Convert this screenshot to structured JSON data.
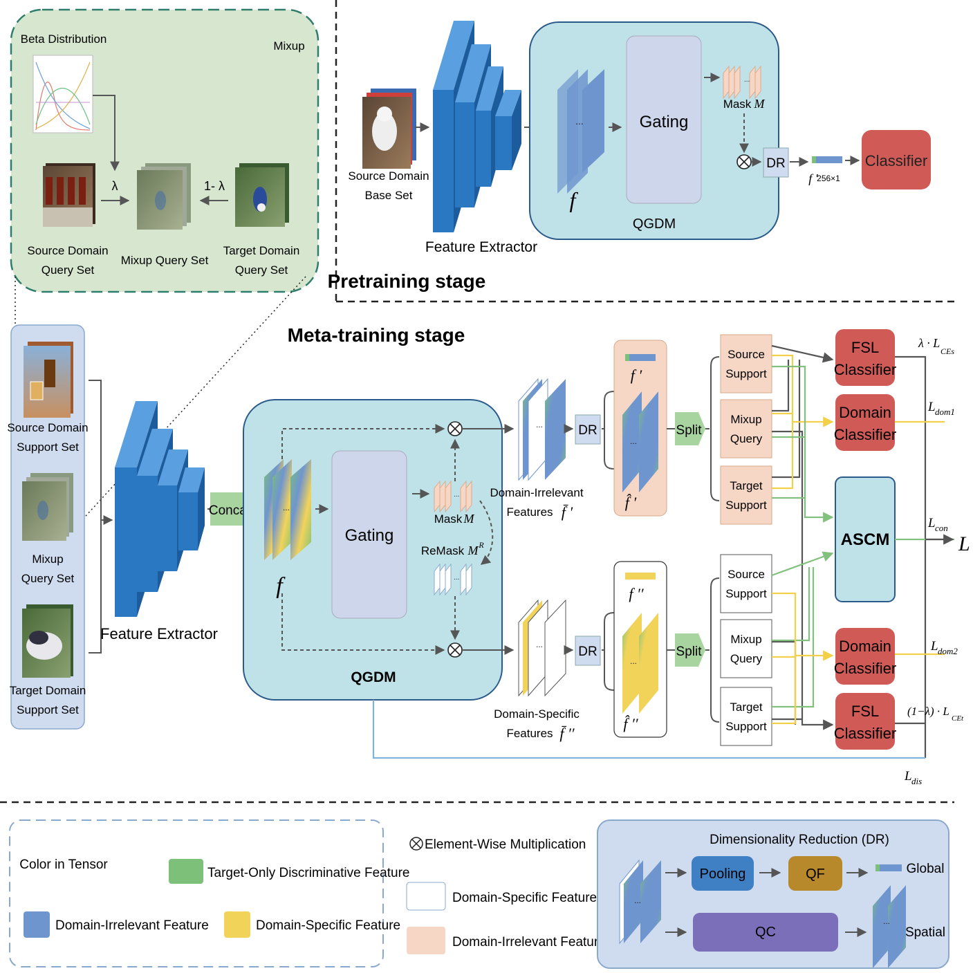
{
  "mixup": {
    "corner_label": "Mixup",
    "beta_label": "Beta Distribution",
    "lambda": "λ",
    "one_minus_lambda": "1- λ",
    "source_query": [
      "Source Domain",
      "Query Set"
    ],
    "mixup_query": "Mixup Query Set",
    "target_query": [
      "Target Domain",
      "Query Set"
    ]
  },
  "pretrain": {
    "source_base": [
      "Source Domain",
      "Base Set"
    ],
    "feature_extractor": "Feature Extractor",
    "f": "f",
    "gating": "Gating",
    "mask": "Mask",
    "mask_sym": "M",
    "qgdm": "QGDM",
    "dr": "DR",
    "fprime": "f ′",
    "fprime_dim": "256×1",
    "classifier": "Classifier",
    "stage_title": "Pretraining stage"
  },
  "meta": {
    "stage_title": "Meta-training stage",
    "inputs": [
      [
        "Source Domain",
        "Support Set"
      ],
      [
        "Mixup",
        "Query Set"
      ],
      [
        "Target Domain",
        "Support Set"
      ]
    ],
    "feature_extractor": "Feature Extractor",
    "concat": "Concat",
    "f": "f",
    "gating": "Gating",
    "mask": "Mask",
    "mask_sym": "M",
    "remask": "ReMask",
    "remask_sym": "M",
    "remask_sup": "R",
    "qgdm": "QGDM",
    "dom_irrelevant": [
      "Domain-Irrelevant",
      "Features"
    ],
    "f_bar_prime": "f̄ ′",
    "dom_specific": [
      "Domain-Specific",
      "Features"
    ],
    "f_bar_dprime": "f̄ ′′",
    "dr": "DR",
    "f_prime": "f ′",
    "f_hat_prime": "f̂ ′",
    "f_dprime": "f ′′",
    "f_hat_dprime": "f̂ ′′",
    "split": "Split",
    "top_groups": [
      [
        "Source",
        "Support"
      ],
      [
        "Mixup",
        "Query"
      ],
      [
        "Target",
        "Support"
      ]
    ],
    "bottom_groups": [
      [
        "Source",
        "Support"
      ],
      [
        "Mixup",
        "Query"
      ],
      [
        "Target",
        "Support"
      ]
    ],
    "fsl_top": [
      "FSL",
      "Classifier"
    ],
    "domain_top": [
      "Domain",
      "Classifier"
    ],
    "ascm": "ASCM",
    "domain_bottom": [
      "Domain",
      "Classifier"
    ],
    "fsl_bottom": [
      "FSL",
      "Classifier"
    ],
    "loss_ce_s": "λ · L",
    "loss_ce_s_sub": "CEs",
    "loss_dom1": "L",
    "loss_dom1_sub": "dom1",
    "loss_con": "L",
    "loss_con_sub": "con",
    "loss_total": "L",
    "loss_dom2": "L",
    "loss_dom2_sub": "dom2",
    "loss_ce_t": "(1−λ) · L",
    "loss_ce_t_sub": "CEt",
    "loss_dis": "L",
    "loss_dis_sub": "dis"
  },
  "legend": {
    "color_title": "Color in Tensor",
    "target_only": "Target-Only Discriminative Feature",
    "dom_irrelevant": "Domain-Irrelevant Feature",
    "dom_specific": "Domain-Specific Feature",
    "elementwise": "Element-Wise Multiplication",
    "box_specific": "Domain-Specific Feature",
    "box_irrelevant": "Domain-Irrelevant Feature",
    "dr_title": "Dimensionality Reduction (DR)",
    "pooling": "Pooling",
    "qf": "QF",
    "global": "Global",
    "qc": "QC",
    "spatial": "Spatial"
  },
  "colors": {
    "green_tensor": "#7cc07a",
    "blue_tensor": "#6f95cf",
    "yellow_tensor": "#f2d35a",
    "qgdm_fill": "#bfe2e8",
    "gating_fill": "#cdd6ea",
    "dr_fill": "#cfdcf0",
    "red_box": "#d05a56",
    "ascm_fill": "#bfe2e8",
    "peach": "#f6d6c4",
    "mixup_fill": "#d7e6cf",
    "extractor": "#2a78c2",
    "pooling": "#3f7fc4",
    "qf": "#b8892a",
    "qc": "#7a6fb8",
    "arrow_green": "#82c07e",
    "arrow_yellow": "#f3d04a",
    "arrow_gray": "#555555",
    "dis_line": "#7fb2de"
  }
}
